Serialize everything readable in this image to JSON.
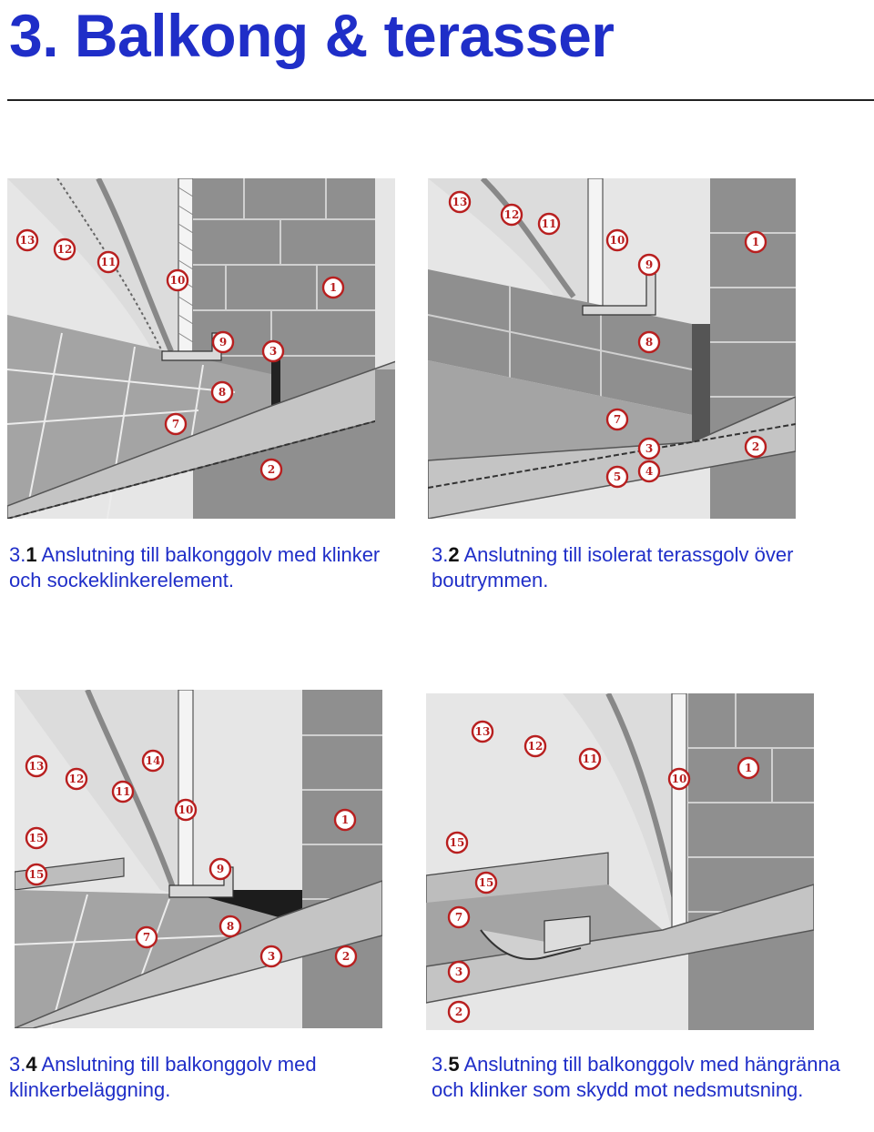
{
  "header": {
    "title": "3. Balkong & terasser"
  },
  "figures": [
    {
      "caption_prefix": "3.",
      "caption_num": "1",
      "caption_text": " Anslutning till balkonggolv med klinker och sockeklinkerelement.",
      "callouts": [
        "13",
        "12",
        "11",
        "10",
        "9",
        "3",
        "1",
        "8",
        "7",
        "2"
      ]
    },
    {
      "caption_prefix": "3.",
      "caption_num": "2",
      "caption_text": " Anslutning till isolerat terassgolv över boutrymmen.",
      "callouts": [
        "13",
        "12",
        "11",
        "10",
        "9",
        "1",
        "8",
        "7",
        "3",
        "2",
        "5",
        "4"
      ]
    },
    {
      "caption_prefix": "3.",
      "caption_num": "4",
      "caption_text": " Anslutning till balkonggolv med klinkerbeläggning.",
      "callouts": [
        "13",
        "12",
        "11",
        "14",
        "10",
        "1",
        "15",
        "15",
        "9",
        "7",
        "8",
        "3",
        "2"
      ]
    },
    {
      "caption_prefix": "3.",
      "caption_num": "5",
      "caption_text": " Anslutning till balkonggolv med hängränna och klinker som skydd mot nedsmutsning.",
      "callouts": [
        "13",
        "12",
        "11",
        "10",
        "1",
        "15",
        "15",
        "7",
        "3",
        "2"
      ]
    }
  ],
  "colors": {
    "title": "#1f2ec8",
    "callout": "#b81f1f",
    "brick": "#8f8f8f",
    "tile": "#a4a4a4"
  }
}
